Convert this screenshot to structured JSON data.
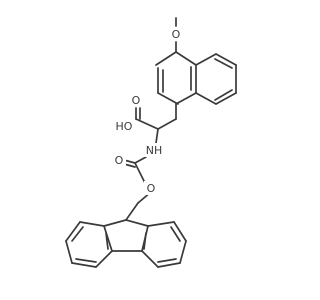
{
  "structure": {
    "atom_labels": {
      "methoxy_oxygen": "O",
      "carbonyl_oxygen_acid": "O",
      "hydroxyl": "HO",
      "amine": "NH",
      "carbonyl_oxygen_carbamate": "O",
      "ester_oxygen": "O"
    },
    "colors": {
      "bond": "#3a3a3a",
      "label": "#3a3a3a",
      "background": "#ffffff"
    }
  }
}
